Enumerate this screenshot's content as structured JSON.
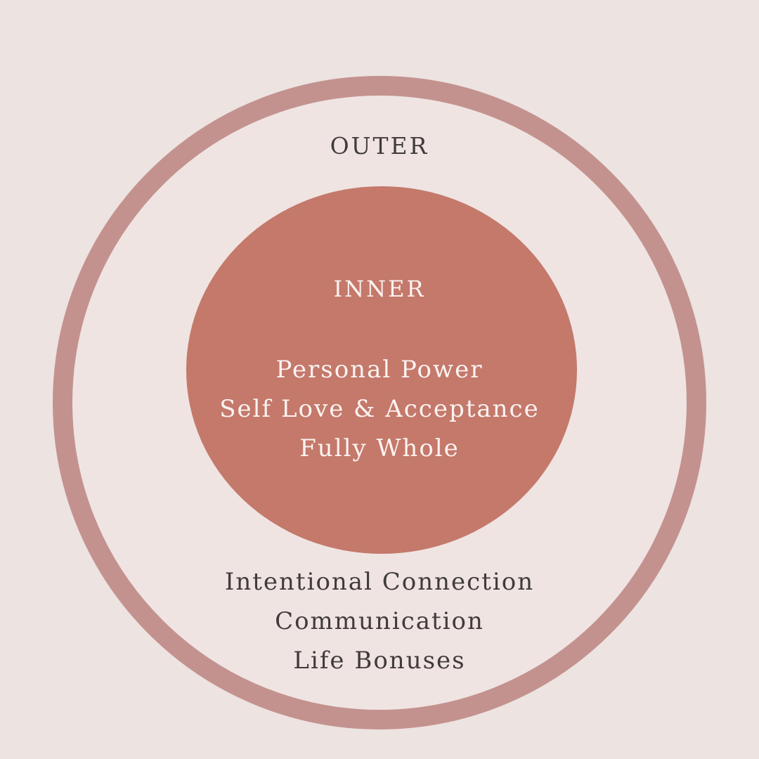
{
  "colors": {
    "background": "#ede3e1",
    "outer_ring": "#c3928f",
    "inner_circle": "#c4796b",
    "outer_text": "#403b3c",
    "inner_text": "#fbf3f1"
  },
  "outer": {
    "title": "OUTER",
    "items": [
      "Intentional Connection",
      "Communication",
      "Life Bonuses"
    ]
  },
  "inner": {
    "title": "INNER",
    "items": [
      "Personal Power",
      "Self Love & Acceptance",
      "Fully Whole"
    ]
  }
}
